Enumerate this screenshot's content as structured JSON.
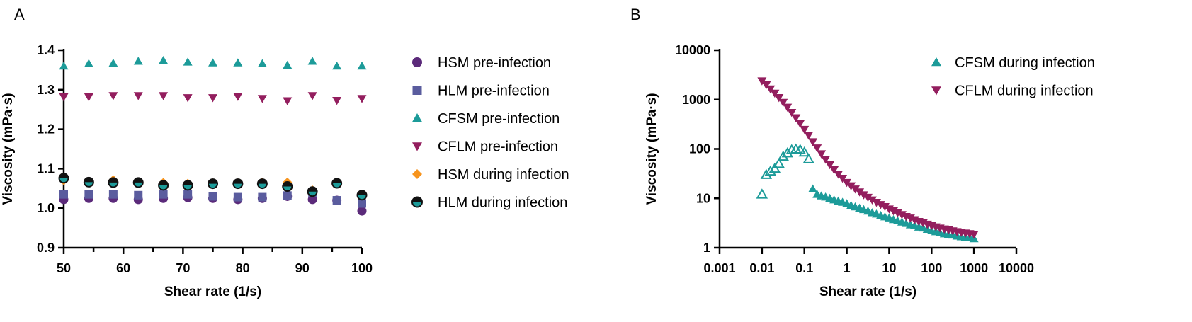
{
  "chart_data": [
    {
      "type": "scatter",
      "panel_label": "A",
      "xlabel": "Shear rate (1/s)",
      "ylabel": "Viscosity (mPa·s)",
      "xlim": [
        50,
        100
      ],
      "ylim": [
        0.9,
        1.4
      ],
      "xticks": [
        "50",
        "60",
        "70",
        "80",
        "90",
        "100"
      ],
      "yticks": [
        "0.9",
        "1.0",
        "1.1",
        "1.2",
        "1.3",
        "1.4"
      ],
      "legend_position": "right",
      "x": [
        50,
        54.2,
        58.3,
        62.5,
        66.7,
        70.8,
        75,
        79.2,
        83.3,
        87.5,
        91.7,
        95.8,
        100
      ],
      "series": [
        {
          "name": "HSM pre-infection",
          "marker": "circle",
          "color": "#5b2a7a",
          "values": [
            1.022,
            1.025,
            1.025,
            1.022,
            1.025,
            1.027,
            1.025,
            1.022,
            1.025,
            1.03,
            1.022,
            1.02,
            0.993
          ]
        },
        {
          "name": "HLM pre-infection",
          "marker": "square",
          "color": "#5a5c9e",
          "values": [
            1.035,
            1.035,
            1.035,
            1.033,
            1.035,
            1.035,
            1.03,
            1.028,
            1.028,
            1.032,
            1.04,
            1.02,
            1.012
          ]
        },
        {
          "name": "CFSM pre-infection",
          "marker": "triangle-up",
          "color": "#1c9b99",
          "values": [
            1.36,
            1.366,
            1.367,
            1.372,
            1.374,
            1.37,
            1.368,
            1.368,
            1.366,
            1.362,
            1.372,
            1.36,
            1.36
          ]
        },
        {
          "name": "CFLM pre-infection",
          "marker": "triangle-down",
          "color": "#931e5e",
          "values": [
            1.282,
            1.282,
            1.285,
            1.285,
            1.285,
            1.28,
            1.28,
            1.283,
            1.278,
            1.272,
            1.285,
            1.273,
            1.278
          ]
        },
        {
          "name": "HSM during infection",
          "marker": "diamond",
          "color": "#f7941d",
          "values": [
            1.07,
            1.068,
            1.072,
            1.065,
            1.065,
            1.063,
            1.064,
            1.064,
            1.066,
            1.066,
            1.046,
            1.064,
            1.034
          ]
        },
        {
          "name": "HLM during infection",
          "marker": "circle-split",
          "color": "#111111",
          "values": [
            1.076,
            1.066,
            1.065,
            1.065,
            1.058,
            1.058,
            1.062,
            1.062,
            1.062,
            1.055,
            1.042,
            1.063,
            1.033
          ]
        }
      ]
    },
    {
      "type": "scatter",
      "panel_label": "B",
      "xlabel": "Shear rate (1/s)",
      "ylabel": "Viscosity (mPa·s)",
      "xscale": "log",
      "yscale": "log",
      "xlim": [
        0.001,
        10000
      ],
      "ylim": [
        1,
        10000
      ],
      "xticks": [
        "0.001",
        "0.01",
        "0.1",
        "1",
        "10",
        "100",
        "1000",
        "10000"
      ],
      "yticks": [
        "1",
        "10",
        "100",
        "1000",
        "10000"
      ],
      "legend_position": "top-right",
      "series": [
        {
          "name": "CFSM during infection",
          "marker": "triangle-up-mixed",
          "color": "#1c9b99",
          "x": [
            0.01,
            0.0126,
            0.0158,
            0.02,
            0.0251,
            0.0316,
            0.0398,
            0.0501,
            0.0631,
            0.0794,
            0.1,
            0.126,
            0.158,
            0.2,
            0.251,
            0.316,
            0.398,
            0.501,
            0.631,
            0.794,
            1,
            1.26,
            1.58,
            2,
            2.51,
            3.16,
            3.98,
            5.01,
            6.31,
            7.94,
            10,
            12.6,
            15.8,
            20,
            25.1,
            31.6,
            39.8,
            50.1,
            63.1,
            79.4,
            100,
            126,
            158,
            200,
            251,
            316,
            398,
            501,
            631,
            794,
            1000
          ],
          "y": [
            12,
            30,
            35,
            40,
            50,
            70,
            82,
            95,
            98,
            96,
            85,
            62,
            15.5,
            12,
            11.2,
            10.6,
            10,
            9.3,
            8.8,
            8.3,
            7.8,
            7.2,
            6.7,
            6.3,
            5.9,
            5.5,
            5.1,
            4.8,
            4.5,
            4.2,
            4.0,
            3.7,
            3.5,
            3.3,
            3.1,
            2.9,
            2.8,
            2.6,
            2.5,
            2.35,
            2.2,
            2.1,
            2.0,
            1.9,
            1.85,
            1.8,
            1.72,
            1.66,
            1.62,
            1.58,
            1.52
          ]
        },
        {
          "name": "CFLM during infection",
          "marker": "triangle-down",
          "color": "#931e5e",
          "x": [
            0.01,
            0.0126,
            0.0158,
            0.02,
            0.0251,
            0.0316,
            0.0398,
            0.0501,
            0.0631,
            0.0794,
            0.1,
            0.126,
            0.158,
            0.2,
            0.251,
            0.316,
            0.398,
            0.501,
            0.631,
            0.794,
            1,
            1.26,
            1.58,
            2,
            2.51,
            3.16,
            3.98,
            5.01,
            6.31,
            7.94,
            10,
            12.6,
            15.8,
            20,
            25.1,
            31.6,
            39.8,
            50.1,
            63.1,
            79.4,
            100,
            126,
            158,
            200,
            251,
            316,
            398,
            501,
            631,
            794,
            1000
          ],
          "y": [
            2400,
            2000,
            1650,
            1350,
            1100,
            880,
            700,
            550,
            430,
            330,
            250,
            190,
            140,
            105,
            80,
            62,
            48,
            38,
            31,
            25.5,
            21,
            18,
            15.5,
            13.5,
            11.8,
            10.5,
            9.3,
            8.3,
            7.5,
            6.8,
            6.1,
            5.6,
            5.1,
            4.7,
            4.3,
            4.0,
            3.7,
            3.4,
            3.2,
            3.0,
            2.8,
            2.65,
            2.5,
            2.4,
            2.3,
            2.2,
            2.12,
            2.05,
            1.98,
            1.93,
            1.88
          ]
        }
      ]
    }
  ]
}
